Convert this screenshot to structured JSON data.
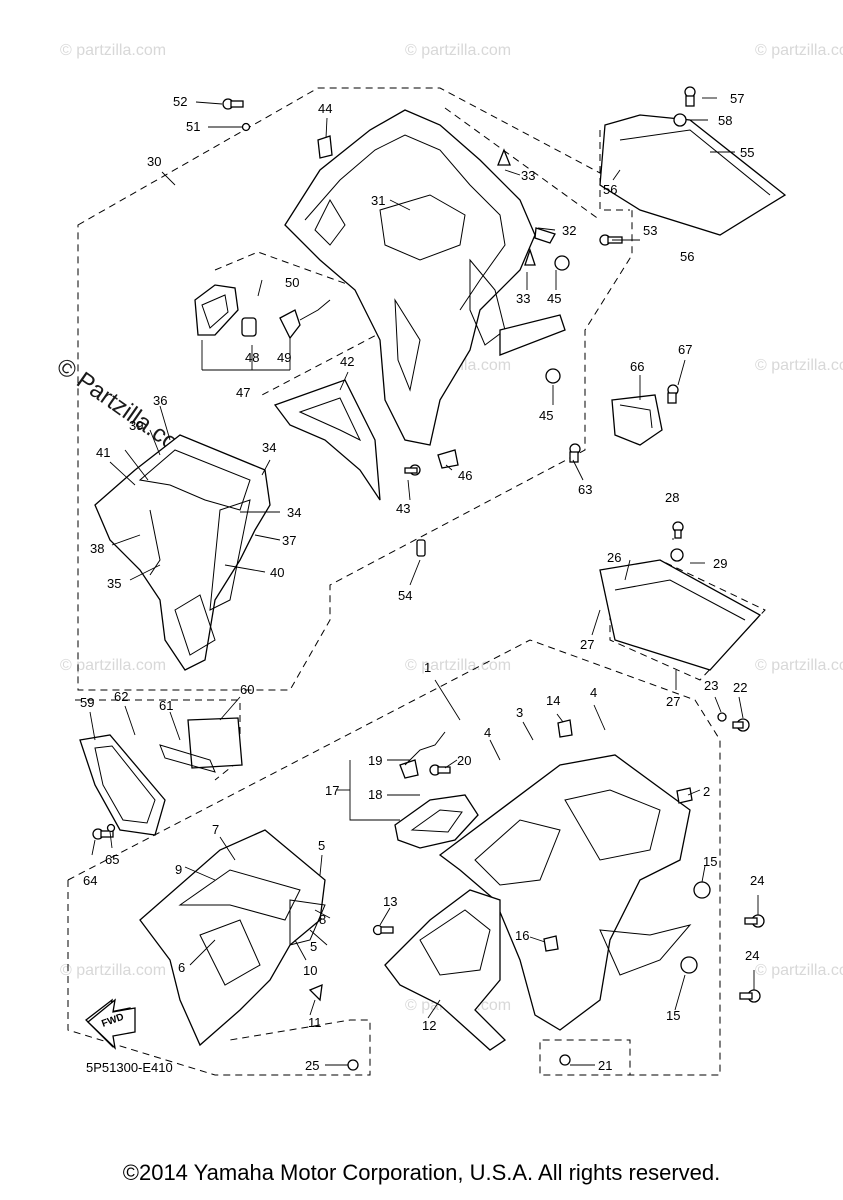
{
  "diagram": {
    "watermark": "© Partzilla.com",
    "watermark_small": "© partzilla.com",
    "drawing_code": "5P51300-E410",
    "fwd_label": "FWD",
    "copyright": "©2014 Yamaha Motor Corporation, U.S.A. All rights reserved.",
    "callouts": {
      "c1": "1",
      "c2": "2",
      "c3": "3",
      "c4a": "4",
      "c4b": "4",
      "c5a": "5",
      "c5b": "5",
      "c6": "6",
      "c7": "7",
      "c8": "8",
      "c9": "9",
      "c10": "10",
      "c11": "11",
      "c12": "12",
      "c13": "13",
      "c14": "14",
      "c15a": "15",
      "c15b": "15",
      "c16": "16",
      "c17": "17",
      "c18": "18",
      "c19": "19",
      "c20": "20",
      "c21": "21",
      "c22": "22",
      "c23": "23",
      "c24a": "24",
      "c24b": "24",
      "c25": "25",
      "c26": "26",
      "c27a": "27",
      "c27b": "27",
      "c28": "28",
      "c29": "29",
      "c30": "30",
      "c31": "31",
      "c32": "32",
      "c33a": "33",
      "c33b": "33",
      "c34a": "34",
      "c34b": "34",
      "c35": "35",
      "c36": "36",
      "c37": "37",
      "c38": "38",
      "c39": "39",
      "c40": "40",
      "c41": "41",
      "c42": "42",
      "c43": "43",
      "c44": "44",
      "c45a": "45",
      "c45b": "45",
      "c46": "46",
      "c47": "47",
      "c48": "48",
      "c49": "49",
      "c50": "50",
      "c51": "51",
      "c52": "52",
      "c53": "53",
      "c54": "54",
      "c55": "55",
      "c56a": "56",
      "c56b": "56",
      "c57": "57",
      "c58": "58",
      "c59": "59",
      "c60": "60",
      "c61": "61",
      "c62": "62",
      "c63": "63",
      "c64": "64",
      "c65": "65",
      "c66": "66",
      "c67": "67"
    }
  }
}
